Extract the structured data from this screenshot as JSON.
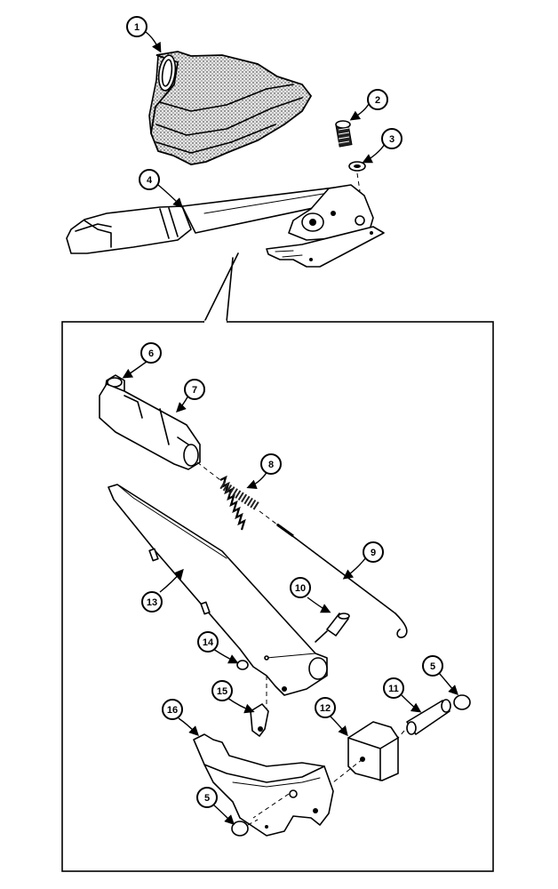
{
  "diagram": {
    "callouts": [
      {
        "id": "c1",
        "label": "1"
      },
      {
        "id": "c2",
        "label": "2"
      },
      {
        "id": "c3",
        "label": "3"
      },
      {
        "id": "c4",
        "label": "4"
      },
      {
        "id": "c5a",
        "label": "5"
      },
      {
        "id": "c6",
        "label": "6"
      },
      {
        "id": "c7",
        "label": "7"
      },
      {
        "id": "c8",
        "label": "8"
      },
      {
        "id": "c9",
        "label": "9"
      },
      {
        "id": "c10",
        "label": "10"
      },
      {
        "id": "c11",
        "label": "11"
      },
      {
        "id": "c12",
        "label": "12"
      },
      {
        "id": "c13",
        "label": "13"
      },
      {
        "id": "c14",
        "label": "14"
      },
      {
        "id": "c15",
        "label": "15"
      },
      {
        "id": "c16",
        "label": "16"
      },
      {
        "id": "c5b",
        "label": "5"
      }
    ]
  }
}
